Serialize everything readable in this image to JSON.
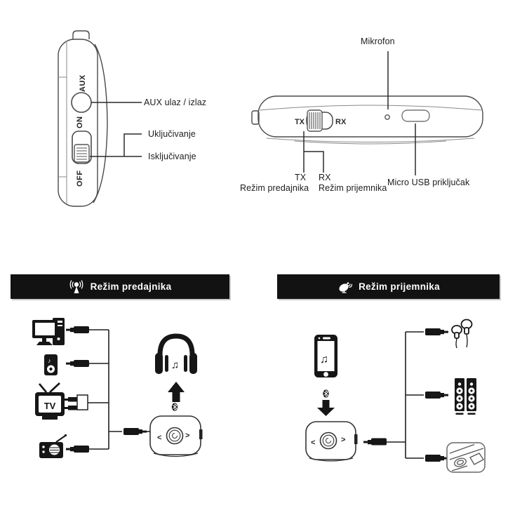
{
  "colors": {
    "ink": "#1a1a1a",
    "outline_gray": "#4a4a4a",
    "banner_bg": "#121212",
    "banner_text": "#ffffff",
    "page_bg": "#ffffff"
  },
  "side_view": {
    "engravings": {
      "aux": "AUX",
      "on": "ON",
      "off": "OFF"
    },
    "callouts": {
      "aux_jack": "AUX ulaz / izlaz",
      "power_on": "Uključivanje",
      "power_off": "Isključivanje"
    }
  },
  "front_view": {
    "engravings": {
      "tx": "TX",
      "rx": "RX"
    },
    "callouts": {
      "microphone": "Mikrofon",
      "tx_label": "TX",
      "tx_mode": "Režim predajnika",
      "rx_label": "RX",
      "rx_mode": "Režim prijemnika",
      "usb": "Micro USB priključak"
    }
  },
  "transmitter_section": {
    "banner_label": "Režim predajnika",
    "banner_icon": "broadcast-antenna-icon",
    "source_icons": [
      "desktop-computer-icon",
      "mp3-player-icon",
      "tv-icon",
      "radio-icon"
    ],
    "tv_engraving": "TV",
    "mp3_note_glyph": "♪",
    "output_icon": "headphones-icon",
    "wireless_icon": "bluetooth-icon",
    "music_note_glyph": "♫",
    "device_buttons": {
      "prev": "<",
      "next": ">"
    }
  },
  "receiver_section": {
    "banner_label": "Režim prijemnika",
    "banner_icon": "satellite-dish-icon",
    "source_icon": "smartphone-icon",
    "music_note_glyph": "♫",
    "output_icons": [
      "earbuds-icon",
      "speakers-icon",
      "car-audio-icon"
    ],
    "wireless_icon": "bluetooth-icon",
    "device_buttons": {
      "prev": "<",
      "next": ">"
    }
  }
}
